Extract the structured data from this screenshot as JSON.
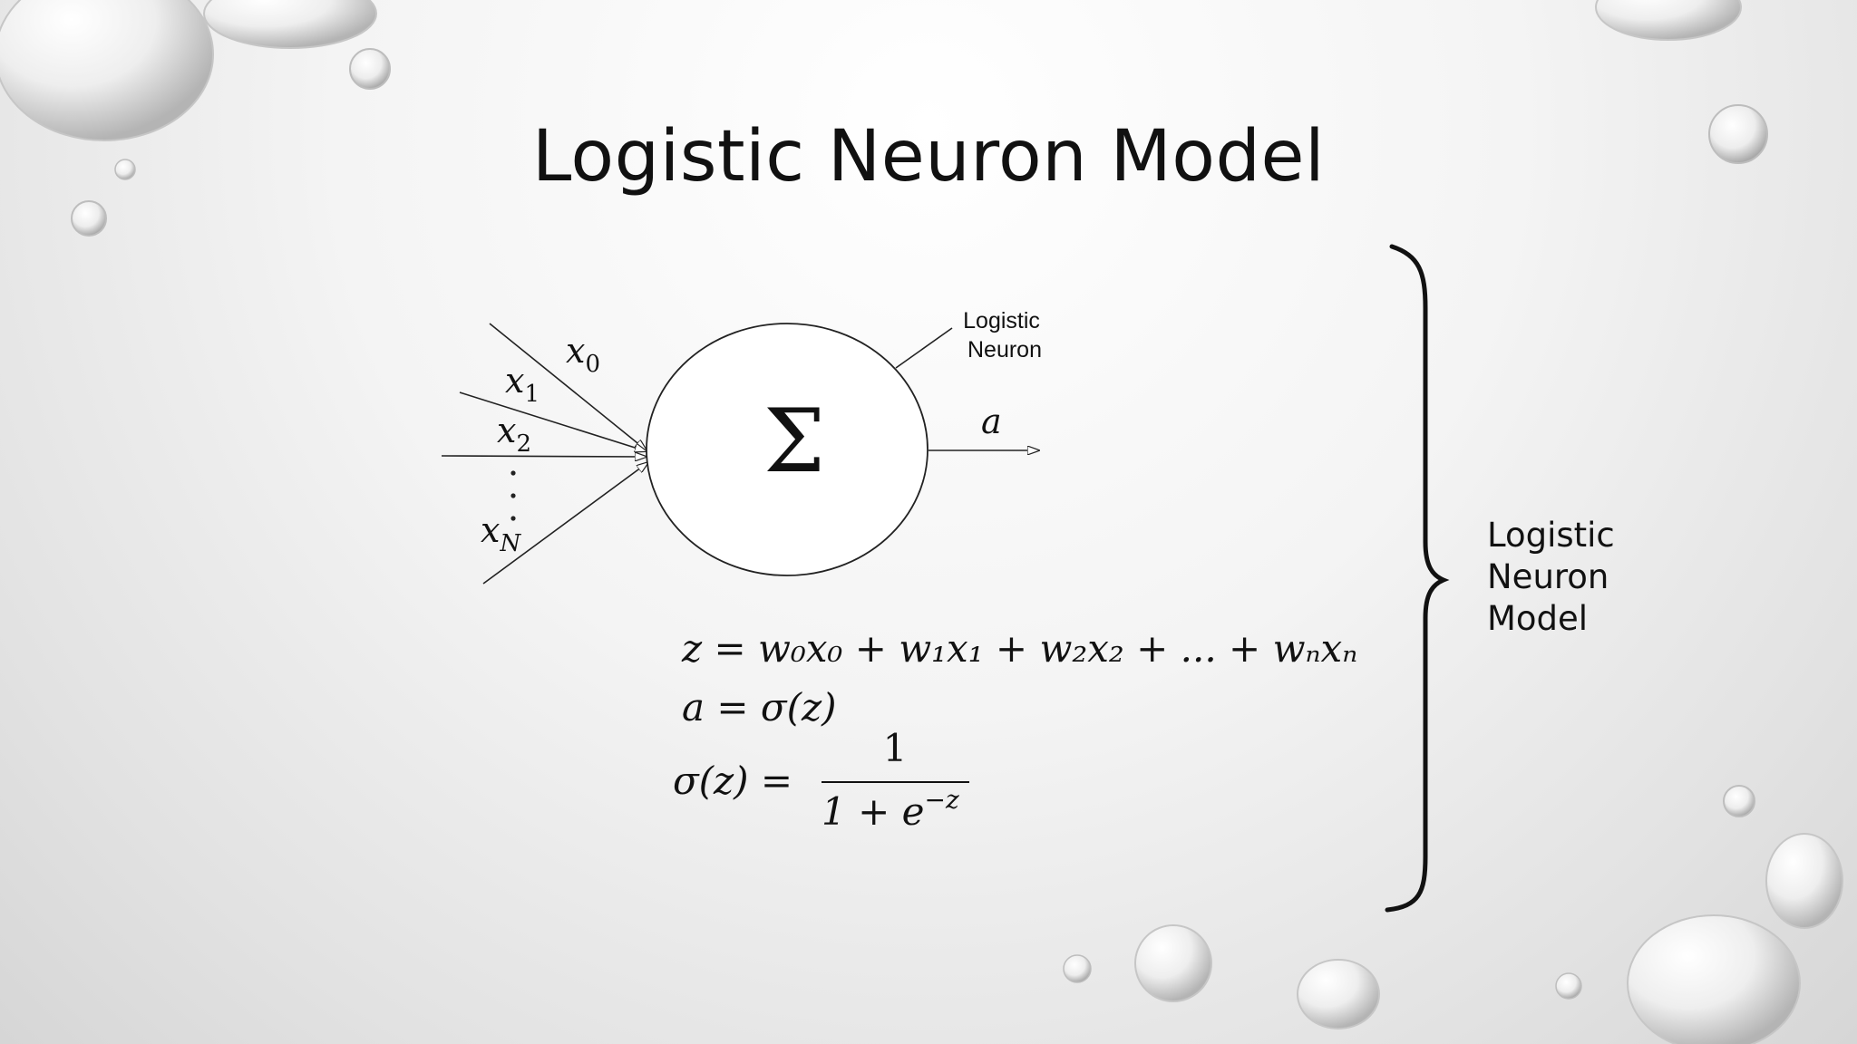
{
  "slide": {
    "title": "Logistic Neuron Model",
    "brace_label": [
      "Logistic",
      "Neuron",
      "Model"
    ]
  },
  "diagram": {
    "callout": [
      "Logistic",
      "Neuron"
    ],
    "summation_symbol": "Σ",
    "output_label": "a",
    "inputs": [
      {
        "name": "x",
        "sub": "0"
      },
      {
        "name": "x",
        "sub": "1"
      },
      {
        "name": "x",
        "sub": "2"
      },
      {
        "name": "x",
        "sub": "N"
      }
    ]
  },
  "equations": {
    "z_lhs": "z = ",
    "z_rhs": "w₀x₀ + w₁x₁ + w₂x₂ + ... + wₙxₙ",
    "a_eq": "a = σ(z)",
    "sigma_lhs": "σ(z) = ",
    "sigma_num": "1",
    "sigma_den": "1 + e",
    "sigma_exp": "−z"
  }
}
